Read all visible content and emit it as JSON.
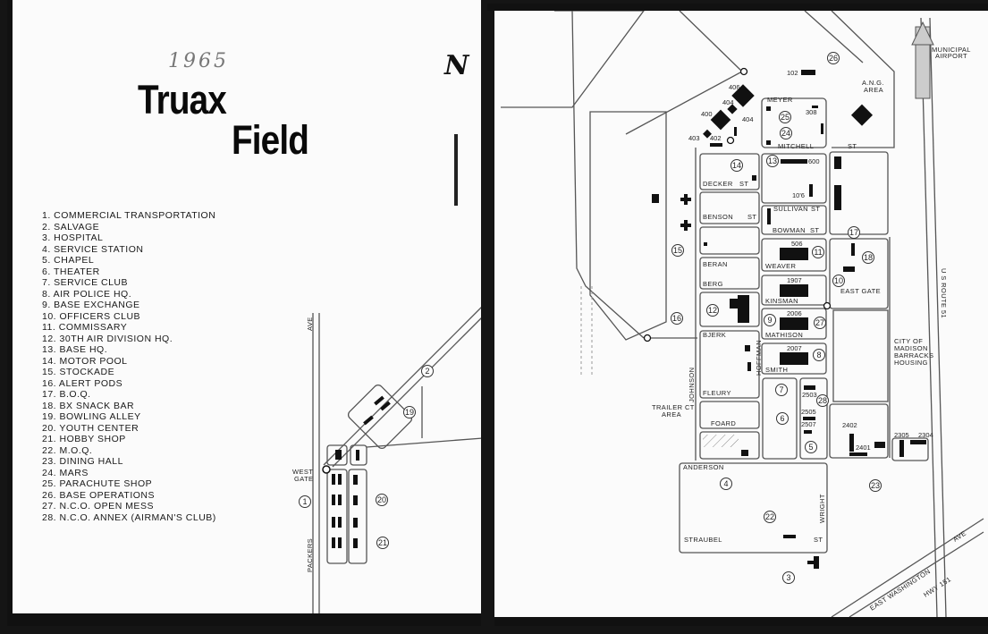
{
  "title": {
    "year": "1965",
    "line1": "Truax",
    "line2": "Field"
  },
  "north": "N",
  "legend": [
    "1. COMMERCIAL TRANSPORTATION",
    "2. SALVAGE",
    "3. HOSPITAL",
    "4. SERVICE STATION",
    "5. CHAPEL",
    "6. THEATER",
    "7. SERVICE CLUB",
    "8. AIR POLICE HQ.",
    "9. BASE EXCHANGE",
    "10. OFFICERS CLUB",
    "11. COMMISSARY",
    "12. 30TH AIR DIVISION HQ.",
    "13. BASE HQ.",
    "14. MOTOR POOL",
    "15. STOCKADE",
    "16. ALERT PODS",
    "17. B.O.Q.",
    "18. BX SNACK BAR",
    "19. BOWLING ALLEY",
    "20. YOUTH CENTER",
    "21. HOBBY SHOP",
    "22. M.O.Q.",
    "23. DINING HALL",
    "24. MARS",
    "25. PARACHUTE SHOP",
    "26. BASE OPERATIONS",
    "27. N.C.O. OPEN MESS",
    "28. N.C.O. ANNEX (AIRMAN'S CLUB)"
  ],
  "map": {
    "st": "ST",
    "streets": {
      "meyer": "MEYER",
      "mitchell": "MITCHELL",
      "decker": "DECKER",
      "benson": "BENSON",
      "sullivan": "SULLIVAN",
      "bowman": "BOWMAN",
      "beran": "BERAN",
      "berg": "BERG",
      "weaver": "WEAVER",
      "kinsman": "KINSMAN",
      "mathison": "MATHISON",
      "bjerk": "BJERK",
      "smith": "SMITH",
      "fleury": "FLEURY",
      "hoffman": "HOFFMAN",
      "johnson": "JOHNSON",
      "foard": "FOARD",
      "anderson": "ANDERSON",
      "straubel": "STRAUBEL",
      "wright": "WRIGHT",
      "packers": "PACKERS",
      "ave": "AVE",
      "route": "U S ROUTE 51",
      "east_washington": "EAST WASHINGTON",
      "ave2": "AVE",
      "hwy": "HWY 151"
    },
    "areas": {
      "airport1": "MUNICIPAL",
      "airport2": "AIRPORT",
      "ang1": "A.N.G.",
      "ang2": "AREA",
      "east_gate": "EAST GATE",
      "city1": "CITY OF",
      "city2": "MADISON",
      "city3": "BARRACKS",
      "city4": "HOUSING",
      "trailer1": "TRAILER CT",
      "trailer2": "AREA",
      "west1": "WEST",
      "west2": "GATE"
    },
    "buildings": {
      "b102": "102",
      "b406": "406",
      "b404a": "404",
      "b404b": "404",
      "b400": "400",
      "b403": "403",
      "b402": "402",
      "b308": "308",
      "b600": "600",
      "b106": "10'6",
      "b506": "506",
      "b1907": "1907",
      "b2006": "2006",
      "b2007": "2007",
      "b2503": "2503",
      "b2505": "2505",
      "b2507": "2507",
      "b2402": "2402",
      "b2401": "2401",
      "b2305": "2305",
      "b2304": "2304"
    },
    "callouts": [
      "1",
      "2",
      "3",
      "4",
      "5",
      "6",
      "7",
      "8",
      "9",
      "10",
      "11",
      "12",
      "13",
      "14",
      "15",
      "16",
      "17",
      "18",
      "19",
      "20",
      "21",
      "22",
      "23",
      "24",
      "25",
      "26",
      "27",
      "28"
    ]
  }
}
